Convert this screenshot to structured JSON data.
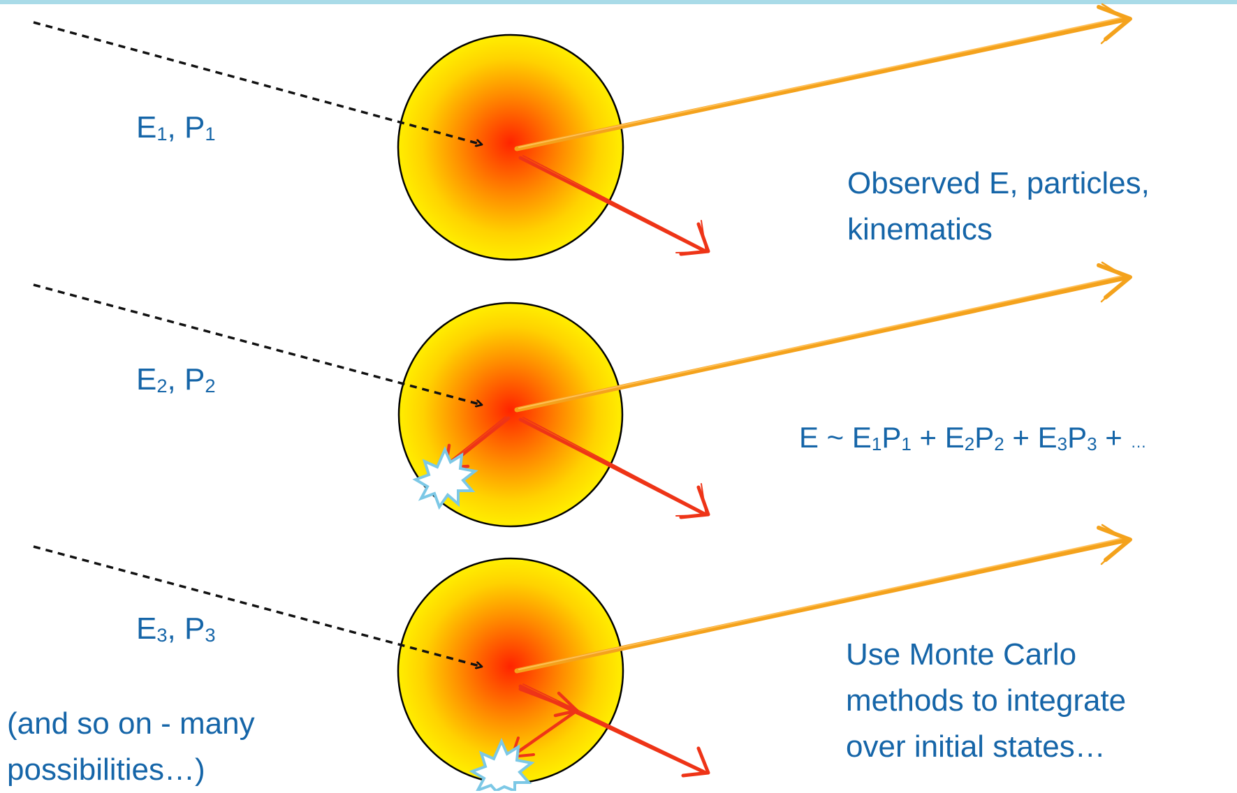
{
  "states": [
    {
      "E": "E",
      "E_sub": "1",
      "P": "P",
      "P_sub": "1"
    },
    {
      "E": "E",
      "E_sub": "2",
      "P": "P",
      "P_sub": "2"
    },
    {
      "E": "E",
      "E_sub": "3",
      "P": "P",
      "P_sub": "3"
    }
  ],
  "observed_line1": "Observed E, particles,",
  "observed_line2": "kinematics",
  "equation": {
    "lead": "E ~ ",
    "t1a": "E",
    "t1s": "1",
    "t1b": "P",
    "t1t": "1",
    "plus1": " + ",
    "t2a": "E",
    "t2s": "2",
    "t2b": "P",
    "t2t": "2",
    "plus2": " + ",
    "t3a": "E",
    "t3s": "3",
    "t3b": "P",
    "t3t": "3",
    "plus3": " + ",
    "ellipsis": "…"
  },
  "monte_carlo_line1": "Use Monte Carlo",
  "monte_carlo_line2": "methods to integrate",
  "monte_carlo_line3": "over initial states…",
  "and_so_on_line1": "(and so on - many",
  "and_so_on_line2": "possibilities…)",
  "colors": {
    "label_text": "#1565a8",
    "top_rule": "#a9dbe8",
    "orange_arrow": "#f4a21c",
    "red_arrow": "#ee3417",
    "dotted_arrow": "#111111",
    "sphere_core": "#ff2a00",
    "sphere_edge": "#ffee00",
    "burst_stroke": "#7cc8e6"
  }
}
